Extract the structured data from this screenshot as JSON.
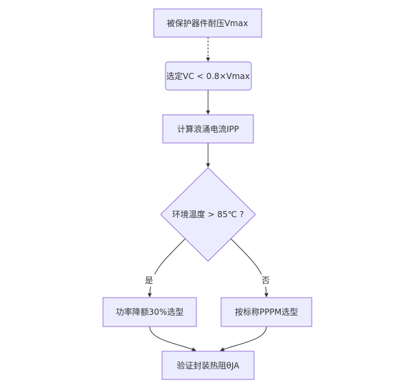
{
  "diagram": {
    "nodes": {
      "vmax": "被保护器件耐压Vmax",
      "vc": "选定VC < 0.8×Vmax",
      "ipp": "计算浪涌电流IPP",
      "temp": "环境温度 > 85℃ ?",
      "derate": "功率降额30%选型",
      "pppm": "按标称PPPM选型",
      "verify": "验证封装热阻θJA"
    },
    "edges": {
      "yes": "是",
      "no": "否"
    },
    "colors": {
      "node_fill": "#ECECFF",
      "node_stroke": "#9370DB",
      "line": "#333333",
      "text": "#333333"
    }
  }
}
